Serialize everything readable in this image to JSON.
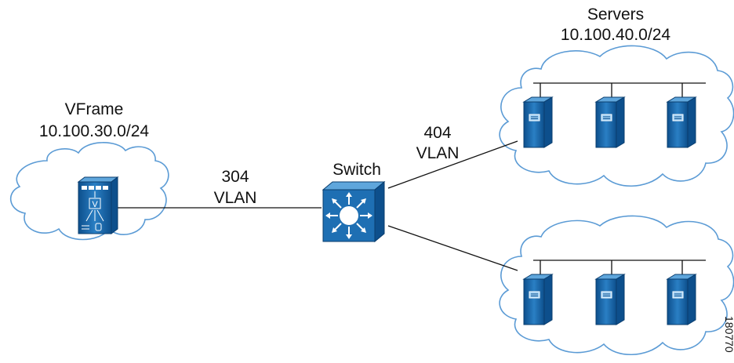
{
  "vframe": {
    "name": "VFrame",
    "subnet": "10.100.30.0/24",
    "device_glyph": "V"
  },
  "switch": {
    "name": "Switch"
  },
  "link_vframe": {
    "vlan_id": "304",
    "vlan_label": "VLAN"
  },
  "link_servers": {
    "vlan_id": "404",
    "vlan_label": "VLAN"
  },
  "servers": {
    "name": "Servers",
    "subnet": "10.100.40.0/24"
  },
  "figure_id": "180770",
  "colors": {
    "cloud_stroke": "#5b9bd5",
    "device_fill": "#1e6fb3",
    "device_dark": "#0d4f8c",
    "device_light": "#5fa6dc",
    "line": "#111111"
  }
}
